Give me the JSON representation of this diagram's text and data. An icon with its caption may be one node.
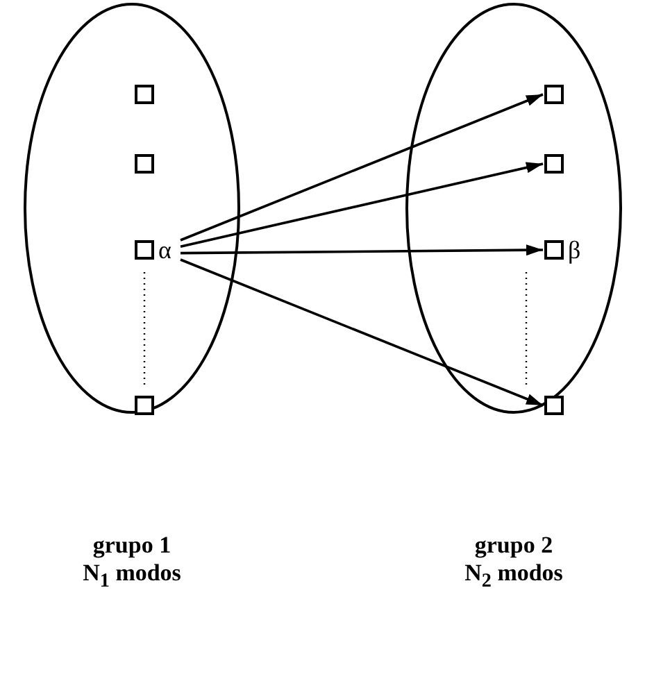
{
  "diagram": {
    "nodes": [
      {
        "text": [],
        "shape": "ellipse"
      },
      {
        "text": [],
        "shape": "box",
        "in": 0
      },
      {
        "text": [],
        "shape": "box",
        "in": 0
      },
      {
        "text": [],
        "shape": "box",
        "in": 0,
        "beside": [
          "α"
        ]
      },
      {
        "text": [],
        "shape": "box",
        "in": 0
      },
      {
        "text": [],
        "shape": "ellipse"
      },
      {
        "text": [],
        "shape": "box",
        "in": 5
      },
      {
        "text": [],
        "shape": "box",
        "in": 5
      },
      {
        "text": [],
        "shape": "box",
        "in": 5,
        "beside": [
          "β"
        ]
      },
      {
        "text": [],
        "shape": "box",
        "in": 5
      }
    ],
    "edges": [
      {
        "from": 3,
        "to": 6,
        "arrow": "to"
      },
      {
        "from": 3,
        "to": 7,
        "arrow": "to"
      },
      {
        "from": 3,
        "to": 8,
        "arrow": "to"
      },
      {
        "from": 3,
        "to": 9,
        "arrow": "to"
      }
    ],
    "labels": [
      "grupo 1",
      "grupo 2",
      "N$_{1}$ modos",
      "N$_{2}$ modos"
    ]
  }
}
